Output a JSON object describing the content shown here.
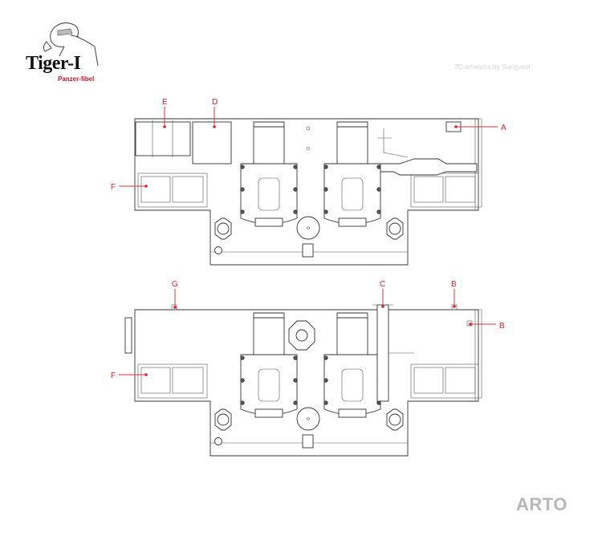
{
  "logo": {
    "title": "Tiger-I",
    "subtitle": "Panzer-fibel"
  },
  "credit": "2D artworks by Sungyeol",
  "watermark": "ARTO",
  "colors": {
    "callout": "#d02030",
    "line": "#333333",
    "watermark": "#b8b8b8"
  },
  "top_view": {
    "callouts": [
      {
        "id": "A",
        "label": "A"
      },
      {
        "id": "E",
        "label": "E"
      },
      {
        "id": "D",
        "label": "D"
      },
      {
        "id": "F",
        "label": "F"
      }
    ]
  },
  "bottom_view": {
    "callouts": [
      {
        "id": "G",
        "label": "G"
      },
      {
        "id": "C",
        "label": "C"
      },
      {
        "id": "B1",
        "label": "B"
      },
      {
        "id": "B2",
        "label": "B"
      },
      {
        "id": "F",
        "label": "F"
      }
    ]
  }
}
